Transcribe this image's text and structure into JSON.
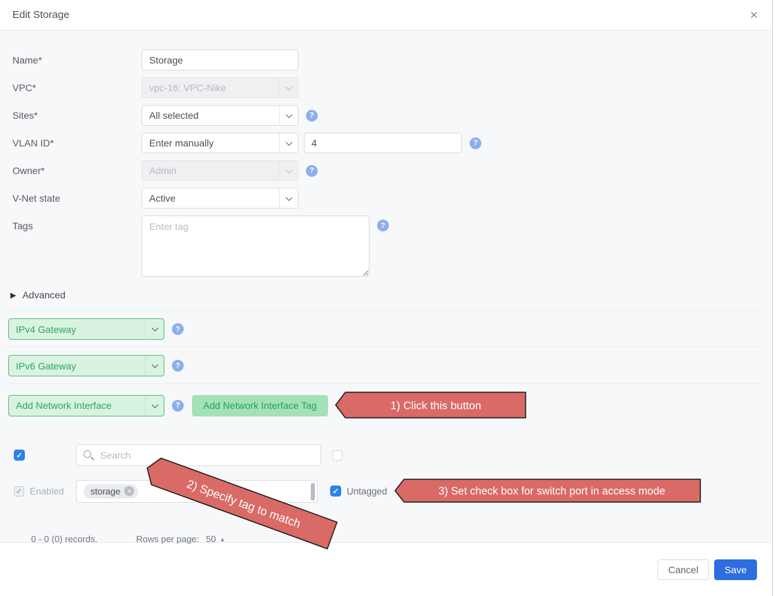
{
  "modal": {
    "title": "Edit Storage"
  },
  "icons": {
    "close": "✕",
    "help": "?",
    "check": "✓",
    "advanced_caret": "▶",
    "sort_caret": "▲",
    "chip_remove": "✕"
  },
  "form": {
    "name": {
      "label": "Name*",
      "value": "Storage"
    },
    "vpc": {
      "label": "VPC*",
      "value": "vpc-16: VPC-Nike"
    },
    "sites": {
      "label": "Sites*",
      "value": "All selected"
    },
    "vlan": {
      "label": "VLAN ID*",
      "mode": "Enter manually",
      "value": "4"
    },
    "owner": {
      "label": "Owner*",
      "value": "Admin"
    },
    "vnet_state": {
      "label": "V-Net state",
      "value": "Active"
    },
    "tags": {
      "label": "Tags",
      "placeholder": "Enter tag"
    },
    "advanced_label": "Advanced"
  },
  "gateways": {
    "ipv4_label": "IPv4 Gateway",
    "ipv6_label": "IPv6 Gateway",
    "add_interface_label": "Add Network Interface",
    "add_tag_button": "Add Network Interface Tag"
  },
  "interface_table": {
    "search_placeholder": "Search",
    "enabled_label": "Enabled",
    "tag_chip": "storage",
    "untagged_label": "Untagged",
    "records_text": "0 - 0 (0) records.",
    "rows_per_page_label": "Rows per page:",
    "rows_per_page_value": "50"
  },
  "annotations": {
    "step1": "1) Click this button",
    "step2": "2) Specify tag to match",
    "step3": "3) Set check box for switch port in access mode"
  },
  "footer": {
    "cancel": "Cancel",
    "save": "Save"
  },
  "colors": {
    "body_bg": "#f7f8f9",
    "green_select_bg": "#d9f3e1",
    "green_select_border": "#58bb7c",
    "green_text": "#2fa65c",
    "green_button_bg": "#a5e1b8",
    "annotation_red": "#d96a66",
    "annotation_border": "#1a1a1a",
    "checkbox_blue": "#2f80ed",
    "help_blue": "#8caeed",
    "save_blue": "#2e6ce0"
  }
}
